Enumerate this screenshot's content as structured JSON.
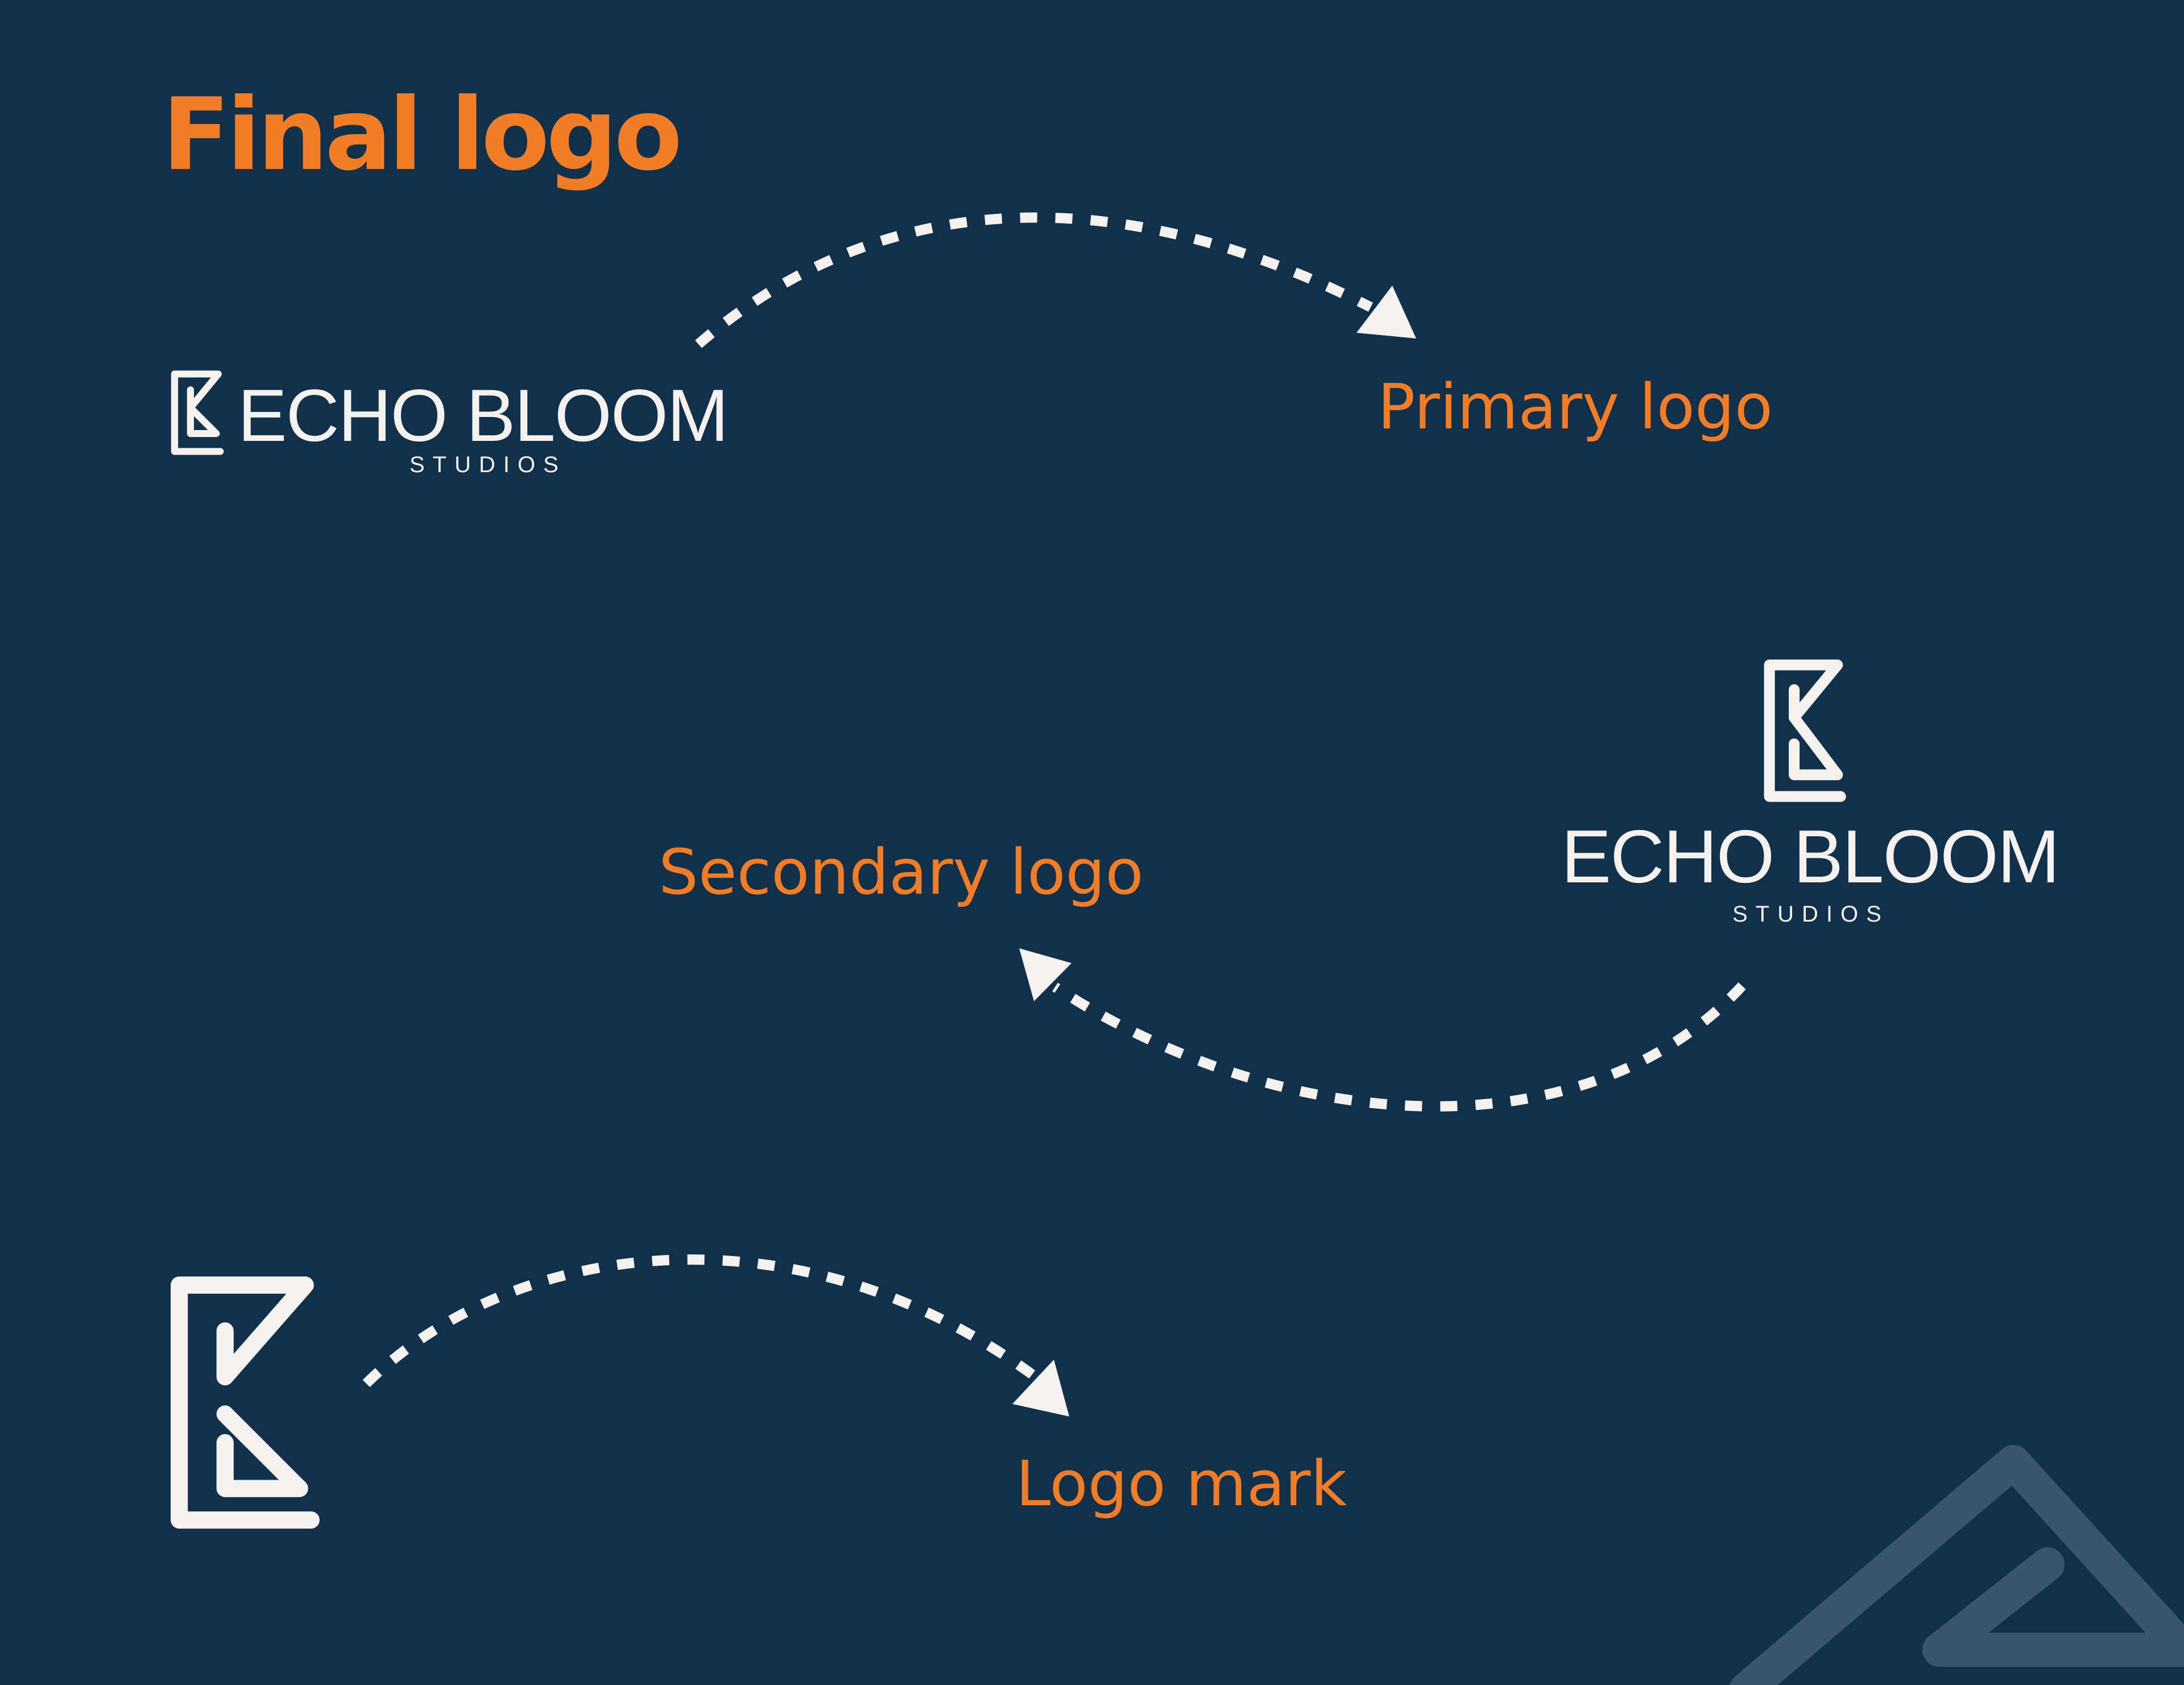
{
  "page": {
    "title": "Final logo"
  },
  "logos": {
    "primary": {
      "name": "ECHO BLOOM",
      "tagline": "STUDIOS",
      "label": "Primary logo",
      "icon": "k-monogram-icon"
    },
    "secondary": {
      "name": "ECHO BLOOM",
      "tagline": "STUDIOS",
      "label": "Secondary logo",
      "icon": "k-monogram-icon"
    },
    "mark": {
      "label": "Logo mark",
      "icon": "k-monogram-icon"
    }
  },
  "colors": {
    "background": "#11304b",
    "accent": "#f27d26",
    "logo": "#f5f1ee",
    "watermark": "#3a5570"
  }
}
